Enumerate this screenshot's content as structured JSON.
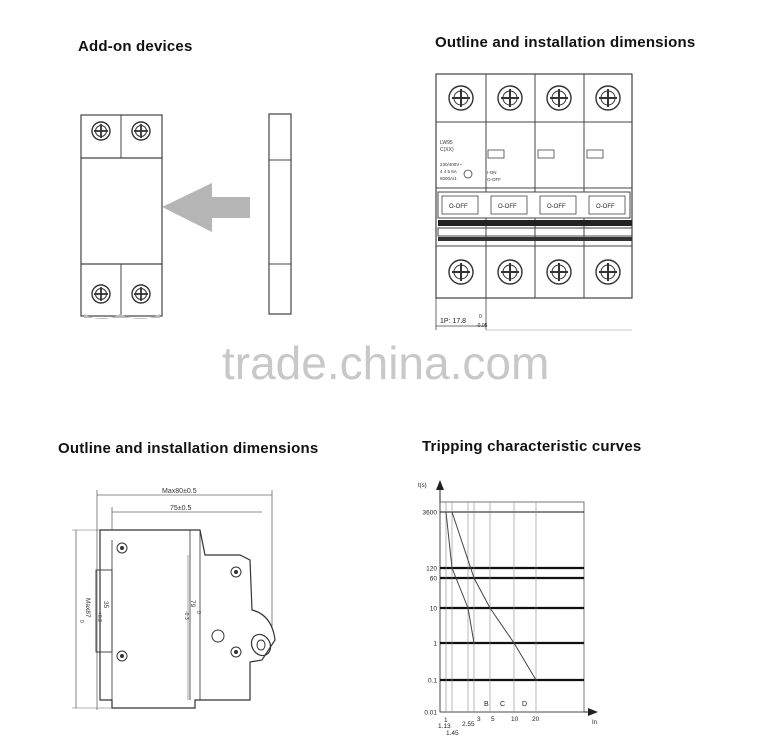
{
  "titles": {
    "addon": "Add-on devices",
    "outline_top": "Outline and installation dimensions",
    "outline_bottom": "Outline and installation dimensions",
    "tripping": "Tripping characteristic curves"
  },
  "watermark": "trade.china.com",
  "breaker": {
    "switch_label": "O-OFF",
    "rating_lines": [
      "LW95",
      "C(XX)",
      "230/400V~",
      "4 4 5 6A",
      "6000A/1"
    ],
    "pole_width_label": "1P: 17.8",
    "pole_width_tol_top": "0",
    "pole_width_tol_bottom": "-0.05",
    "indicator_on": "I-ON",
    "indicator_off": "O-OFF"
  },
  "side_view": {
    "max_width": "Max80±0.5",
    "width": "75±0.5",
    "rail": "35",
    "rail_tol": "+0.2",
    "max_height": "Max87",
    "height": "79",
    "tol_zero": "0",
    "tol_minus": "-0.3"
  },
  "chart_data": {
    "type": "line",
    "title": "Tripping characteristic curves",
    "ylabel": "t(s)",
    "xlabel": "In",
    "y_ticks": [
      "3600",
      "120",
      "60",
      "10",
      "1",
      "0.1",
      "0.01"
    ],
    "x_ticks": [
      "1",
      "1.13",
      "1.45",
      "2.55",
      "3",
      "5",
      "10",
      "20"
    ],
    "curve_labels": [
      "B",
      "C",
      "D"
    ],
    "series": [
      {
        "name": "",
        "x": [
          1.13,
          1.45,
          2.55,
          3
        ],
        "y": [
          3600,
          120,
          10,
          1
        ]
      },
      {
        "name": "",
        "x": [
          1.45,
          3,
          5,
          10,
          20
        ],
        "y": [
          3600,
          60,
          10,
          1,
          0.1
        ]
      }
    ]
  }
}
